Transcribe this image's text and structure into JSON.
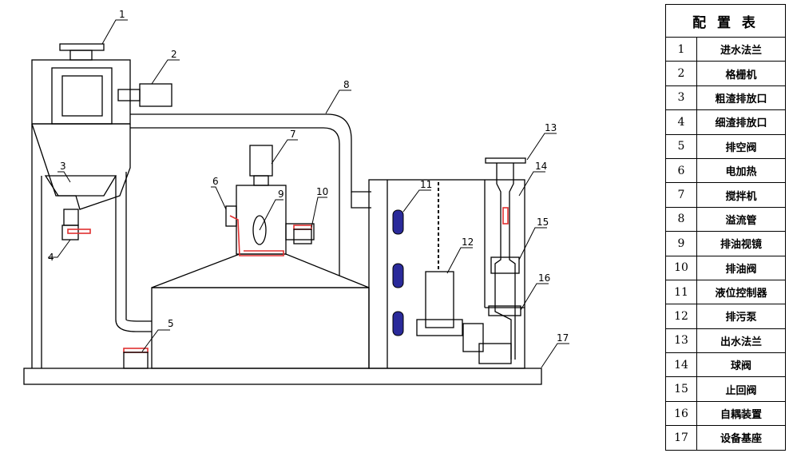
{
  "legend": {
    "title": "配 置 表",
    "rows": [
      {
        "no": "1",
        "name": "进水法兰"
      },
      {
        "no": "2",
        "name": "格栅机"
      },
      {
        "no": "3",
        "name": "粗渣排放口"
      },
      {
        "no": "4",
        "name": "细渣排放口"
      },
      {
        "no": "5",
        "name": "排空阀"
      },
      {
        "no": "6",
        "name": "电加热"
      },
      {
        "no": "7",
        "name": "搅拌机"
      },
      {
        "no": "8",
        "name": "溢流管"
      },
      {
        "no": "9",
        "name": "排油视镜"
      },
      {
        "no": "10",
        "name": "排油阀"
      },
      {
        "no": "11",
        "name": "液位控制器"
      },
      {
        "no": "12",
        "name": "排污泵"
      },
      {
        "no": "13",
        "name": "出水法兰"
      },
      {
        "no": "14",
        "name": "球阀"
      },
      {
        "no": "15",
        "name": "止回阀"
      },
      {
        "no": "16",
        "name": "自耦装置"
      },
      {
        "no": "17",
        "name": "设备基座"
      }
    ]
  },
  "callouts": [
    "1",
    "2",
    "3",
    "4",
    "5",
    "6",
    "7",
    "8",
    "9",
    "10",
    "11",
    "12",
    "13",
    "14",
    "15",
    "16",
    "17"
  ],
  "colors": {
    "line": "#000000",
    "valve_red": "#e03030",
    "float_blue": "#2a2a9a"
  }
}
